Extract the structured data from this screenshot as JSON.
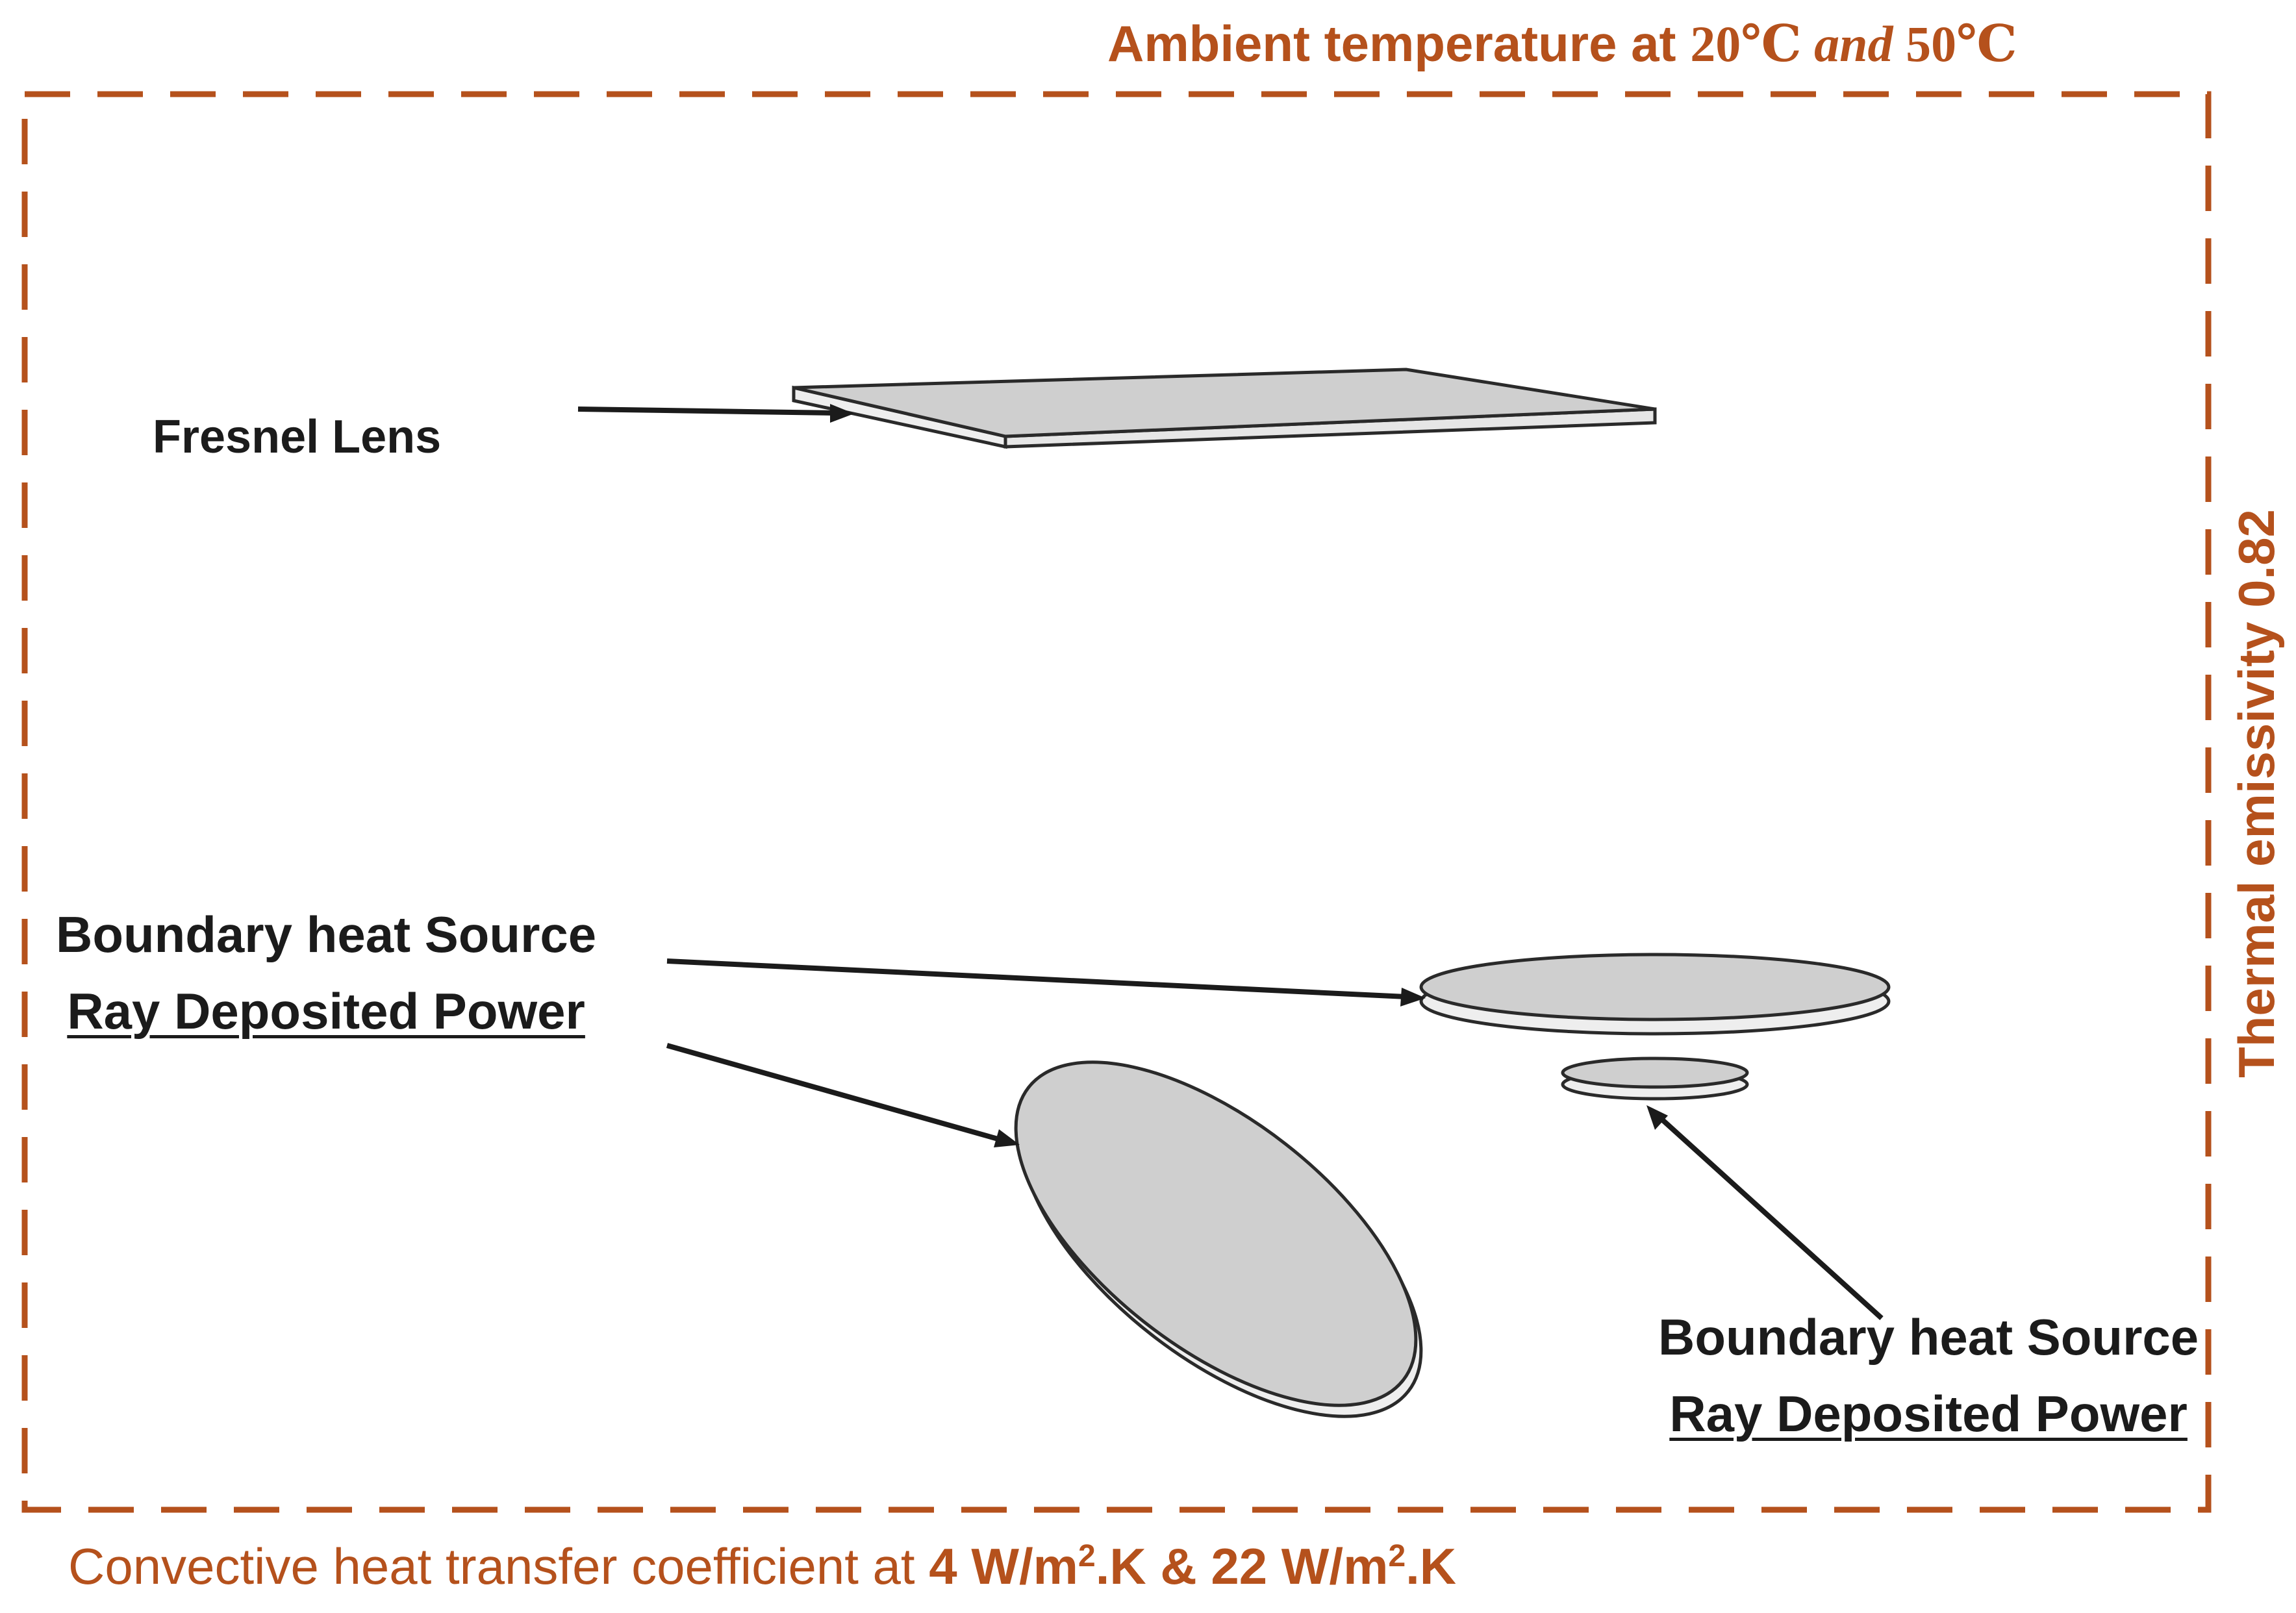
{
  "ambient": {
    "prefix": "Ambient temperature at ",
    "t1": "20℃",
    "conj": " and ",
    "t2": "50℃"
  },
  "emissivity": {
    "text": "Thermal emissivity 0.82"
  },
  "convective": {
    "prefix": "Convective heat transfer coefficient at ",
    "v1": "4 W/m",
    "sup1": "2",
    "u1": ".K & 22 W/m",
    "sup2": "2",
    "u2": ".K"
  },
  "labels": {
    "fresnel": "Fresnel Lens",
    "left_source_line1": "Boundary heat Source",
    "left_source_line2": "Ray Deposited Power",
    "right_source_line1": "Boundary heat Source",
    "right_source_line2": "Ray Deposited Power"
  },
  "colors": {
    "accent": "#b5511c",
    "component_top": "#cfcfcf",
    "component_side": "#eeeeee",
    "outline": "#2a2a2a",
    "text": "#1b1b1b"
  }
}
